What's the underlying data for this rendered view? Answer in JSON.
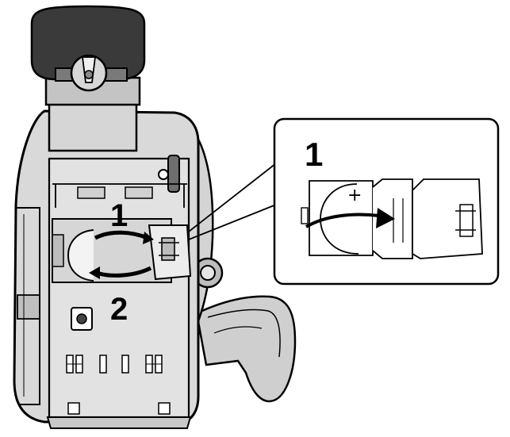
{
  "main_view": {
    "step_1_label": "1",
    "step_2_label": "2"
  },
  "inset": {
    "step_1_label": "1",
    "polarity_mark": "+"
  },
  "colors": {
    "line": "#000000",
    "body_fill": "#d9d9d9",
    "body_dark": "#9a9a9a",
    "panel_fill": "#eaeaea",
    "background": "#ffffff"
  }
}
